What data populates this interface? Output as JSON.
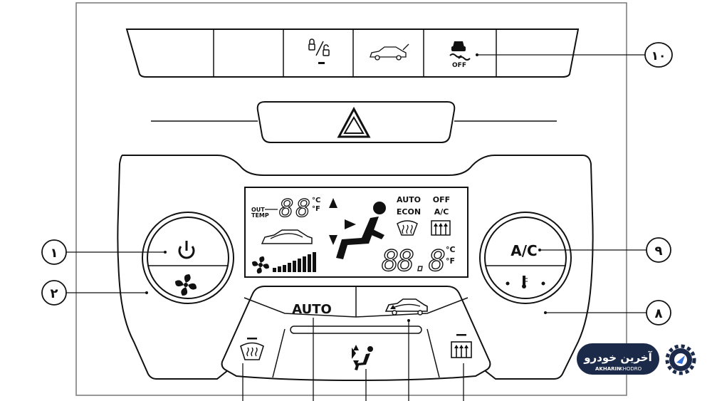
{
  "callouts": [
    {
      "id": "1",
      "label": "۱"
    },
    {
      "id": "2",
      "label": "۲"
    },
    {
      "id": "8",
      "label": "۸"
    },
    {
      "id": "9",
      "label": "۹"
    },
    {
      "id": "10",
      "label": "۱۰"
    }
  ],
  "display": {
    "out_temp_label_1": "OUT",
    "out_temp_label_2": "TEMP",
    "out_temp_digits": "88",
    "out_temp_unit_c": "°C",
    "out_temp_unit_f": "°F",
    "auto_label": "AUTO",
    "econ_label": "ECON",
    "off_label": "OFF",
    "ac_label": "A/C",
    "set_temp_digits": "88.8",
    "set_temp_unit_c": "°C",
    "set_temp_unit_f": "°F"
  },
  "controls": {
    "auto_button_label": "AUTO",
    "ac_button_label": "A/C",
    "esc_off_label": "OFF",
    "temp_dial_icon": "• 🌡 •"
  },
  "icons": [
    "power-icon",
    "fan-icon",
    "hazard-icon",
    "door-lock-icon",
    "trunk-open-icon",
    "esc-off-icon",
    "recirculation-icon",
    "front-defrost-icon",
    "rear-defrost-icon",
    "airflow-mode-icon"
  ],
  "logo": {
    "text_fa": "آخرین خودرو",
    "text_en_bold": "AKHARIN",
    "text_en_light": "KHODRO"
  },
  "colors": {
    "line": "#1a1a1a",
    "panel_bg": "#ffffff",
    "logo_dark": "#1c2a4a",
    "logo_accent": "#2f6fd6"
  }
}
